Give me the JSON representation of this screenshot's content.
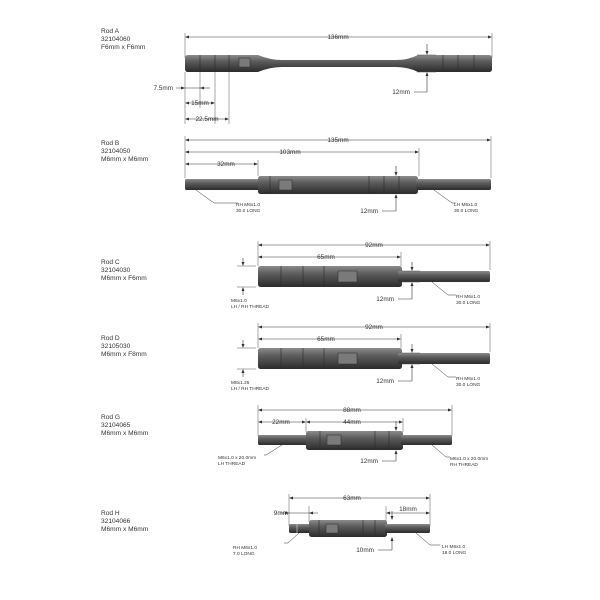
{
  "rods": [
    {
      "id": "A",
      "label": "Rod A",
      "part": "32104060",
      "spec": "F6mm x F6mm",
      "dims": {
        "overall": "136mm",
        "d1": "7.5mm",
        "d2": "15mm",
        "d3": "22.5mm",
        "dia": "12mm"
      },
      "notes": {}
    },
    {
      "id": "B",
      "label": "Rod B",
      "part": "32104050",
      "spec": "M6mm x M6mm",
      "dims": {
        "overall": "135mm",
        "d1": "103mm",
        "d2": "32mm",
        "dia": "12mm"
      },
      "notes": {
        "left1": "RH M6x1.0",
        "left2": "30.0 LONG",
        "right1": "LH M6x1.0",
        "right2": "30.0 LONG"
      }
    },
    {
      "id": "C",
      "label": "Rod C",
      "part": "32104030",
      "spec": "M6mm x F6mm",
      "dims": {
        "overall": "92mm",
        "d1": "65mm",
        "dia": "12mm"
      },
      "notes": {
        "left1": "M6x1.0",
        "left2": "LH / RH THREAD",
        "right1": "RH M6x1.0",
        "right2": "30.0 LONG"
      }
    },
    {
      "id": "D",
      "label": "Rod D",
      "part": "32105030",
      "spec": "M6mm x F8mm",
      "dims": {
        "overall": "92mm",
        "d1": "65mm",
        "dia": "12mm"
      },
      "notes": {
        "left1": "M8x1.25",
        "left2": "LH / RH THREAD",
        "right1": "RH M6x1.0",
        "right2": "30.0 LONG"
      }
    },
    {
      "id": "G",
      "label": "Rod G",
      "part": "32104065",
      "spec": "M6mm x M6mm",
      "dims": {
        "overall": "88mm",
        "d1": "22mm",
        "d2": "44mm",
        "dia": "12mm"
      },
      "notes": {
        "left1": "M6x1.0 x 20.0mm",
        "left2": "LH THREAD",
        "right1": "M6x1.0 x 20.0mm",
        "right2": "RH THREAD"
      }
    },
    {
      "id": "H",
      "label": "Rod H",
      "part": "32104066",
      "spec": "M6mm x M6mm",
      "dims": {
        "overall": "63mm",
        "d1": "9mm",
        "d2": "18mm",
        "dia": "10mm"
      },
      "notes": {
        "left1": "RH M6x1.0",
        "left2": "7.0 LONG",
        "right1": "LH M6x1.0",
        "right2": "18.0 LONG"
      }
    }
  ],
  "colors": {
    "rod_dark": "#2e2e2e",
    "rod_mid": "#5a5a5a",
    "rod_light": "#9a9a9a",
    "line": "#333333"
  }
}
